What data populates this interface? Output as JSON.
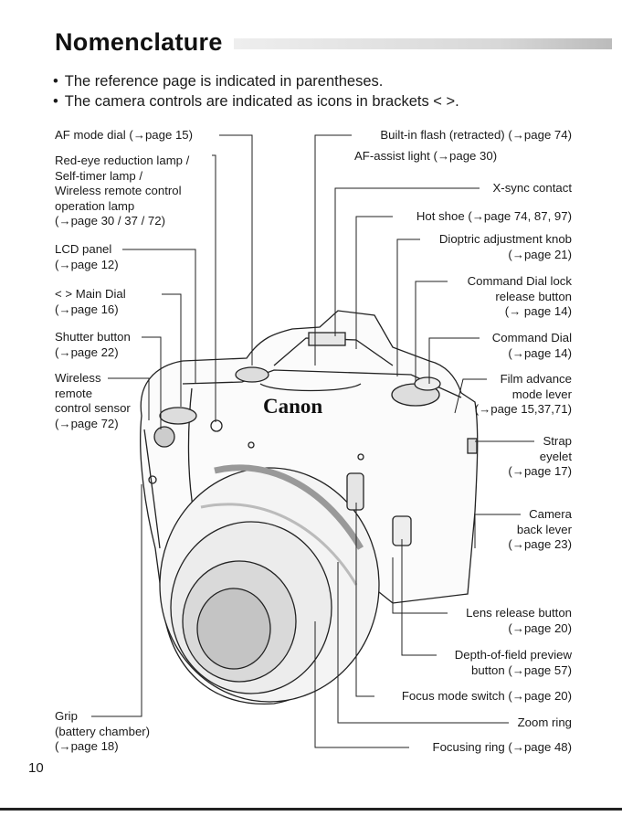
{
  "header": {
    "title": "Nomenclature"
  },
  "intro": [
    "The reference page is indicated in parentheses.",
    "The camera controls are indicated as icons in brackets < >."
  ],
  "camera": {
    "brand": "Canon"
  },
  "labels_left": {
    "af_mode_dial": "AF mode dial (→page 15)",
    "red_eye": [
      "Red-eye reduction lamp /",
      "Self-timer lamp /",
      "Wireless remote control",
      "operation lamp",
      "(→page 30 / 37 / 72)"
    ],
    "lcd_panel": [
      "LCD panel",
      "(→page 12)"
    ],
    "main_dial": [
      "< > Main Dial",
      "(→page 16)"
    ],
    "shutter_button": [
      "Shutter button",
      "(→page 22)"
    ],
    "wireless_sensor": [
      "Wireless",
      "remote",
      "control sensor",
      "(→page 72)"
    ],
    "grip": [
      "Grip",
      "(battery chamber)",
      "(→page 18)"
    ]
  },
  "labels_right": {
    "built_in_flash": "Built-in flash (retracted) (→page 74)",
    "af_assist": "AF-assist light (→page 30)",
    "x_sync": "X-sync contact",
    "hot_shoe": "Hot shoe (→page 74, 87, 97)",
    "dioptric": [
      "Dioptric adjustment knob",
      "(→page 21)"
    ],
    "command_dial_lock": [
      "Command Dial lock",
      "release button",
      "(→ page 14)"
    ],
    "command_dial": [
      "Command Dial",
      "(→page 14)"
    ],
    "film_advance": [
      "Film advance",
      "mode lever",
      "(→page 15,37,71)"
    ],
    "strap_eyelet": [
      "Strap",
      "eyelet",
      "(→page 17)"
    ],
    "camera_back": [
      "Camera",
      "back lever",
      "(→page 23)"
    ],
    "lens_release": [
      "Lens release button",
      "(→page 20)"
    ],
    "dof_preview": [
      "Depth-of-field preview",
      "button (→page 57)"
    ],
    "focus_mode": "Focus mode switch (→page 20)",
    "zoom_ring": "Zoom ring",
    "focusing_ring": "Focusing ring (→page 48)"
  },
  "footer": {
    "page_number": "10"
  }
}
